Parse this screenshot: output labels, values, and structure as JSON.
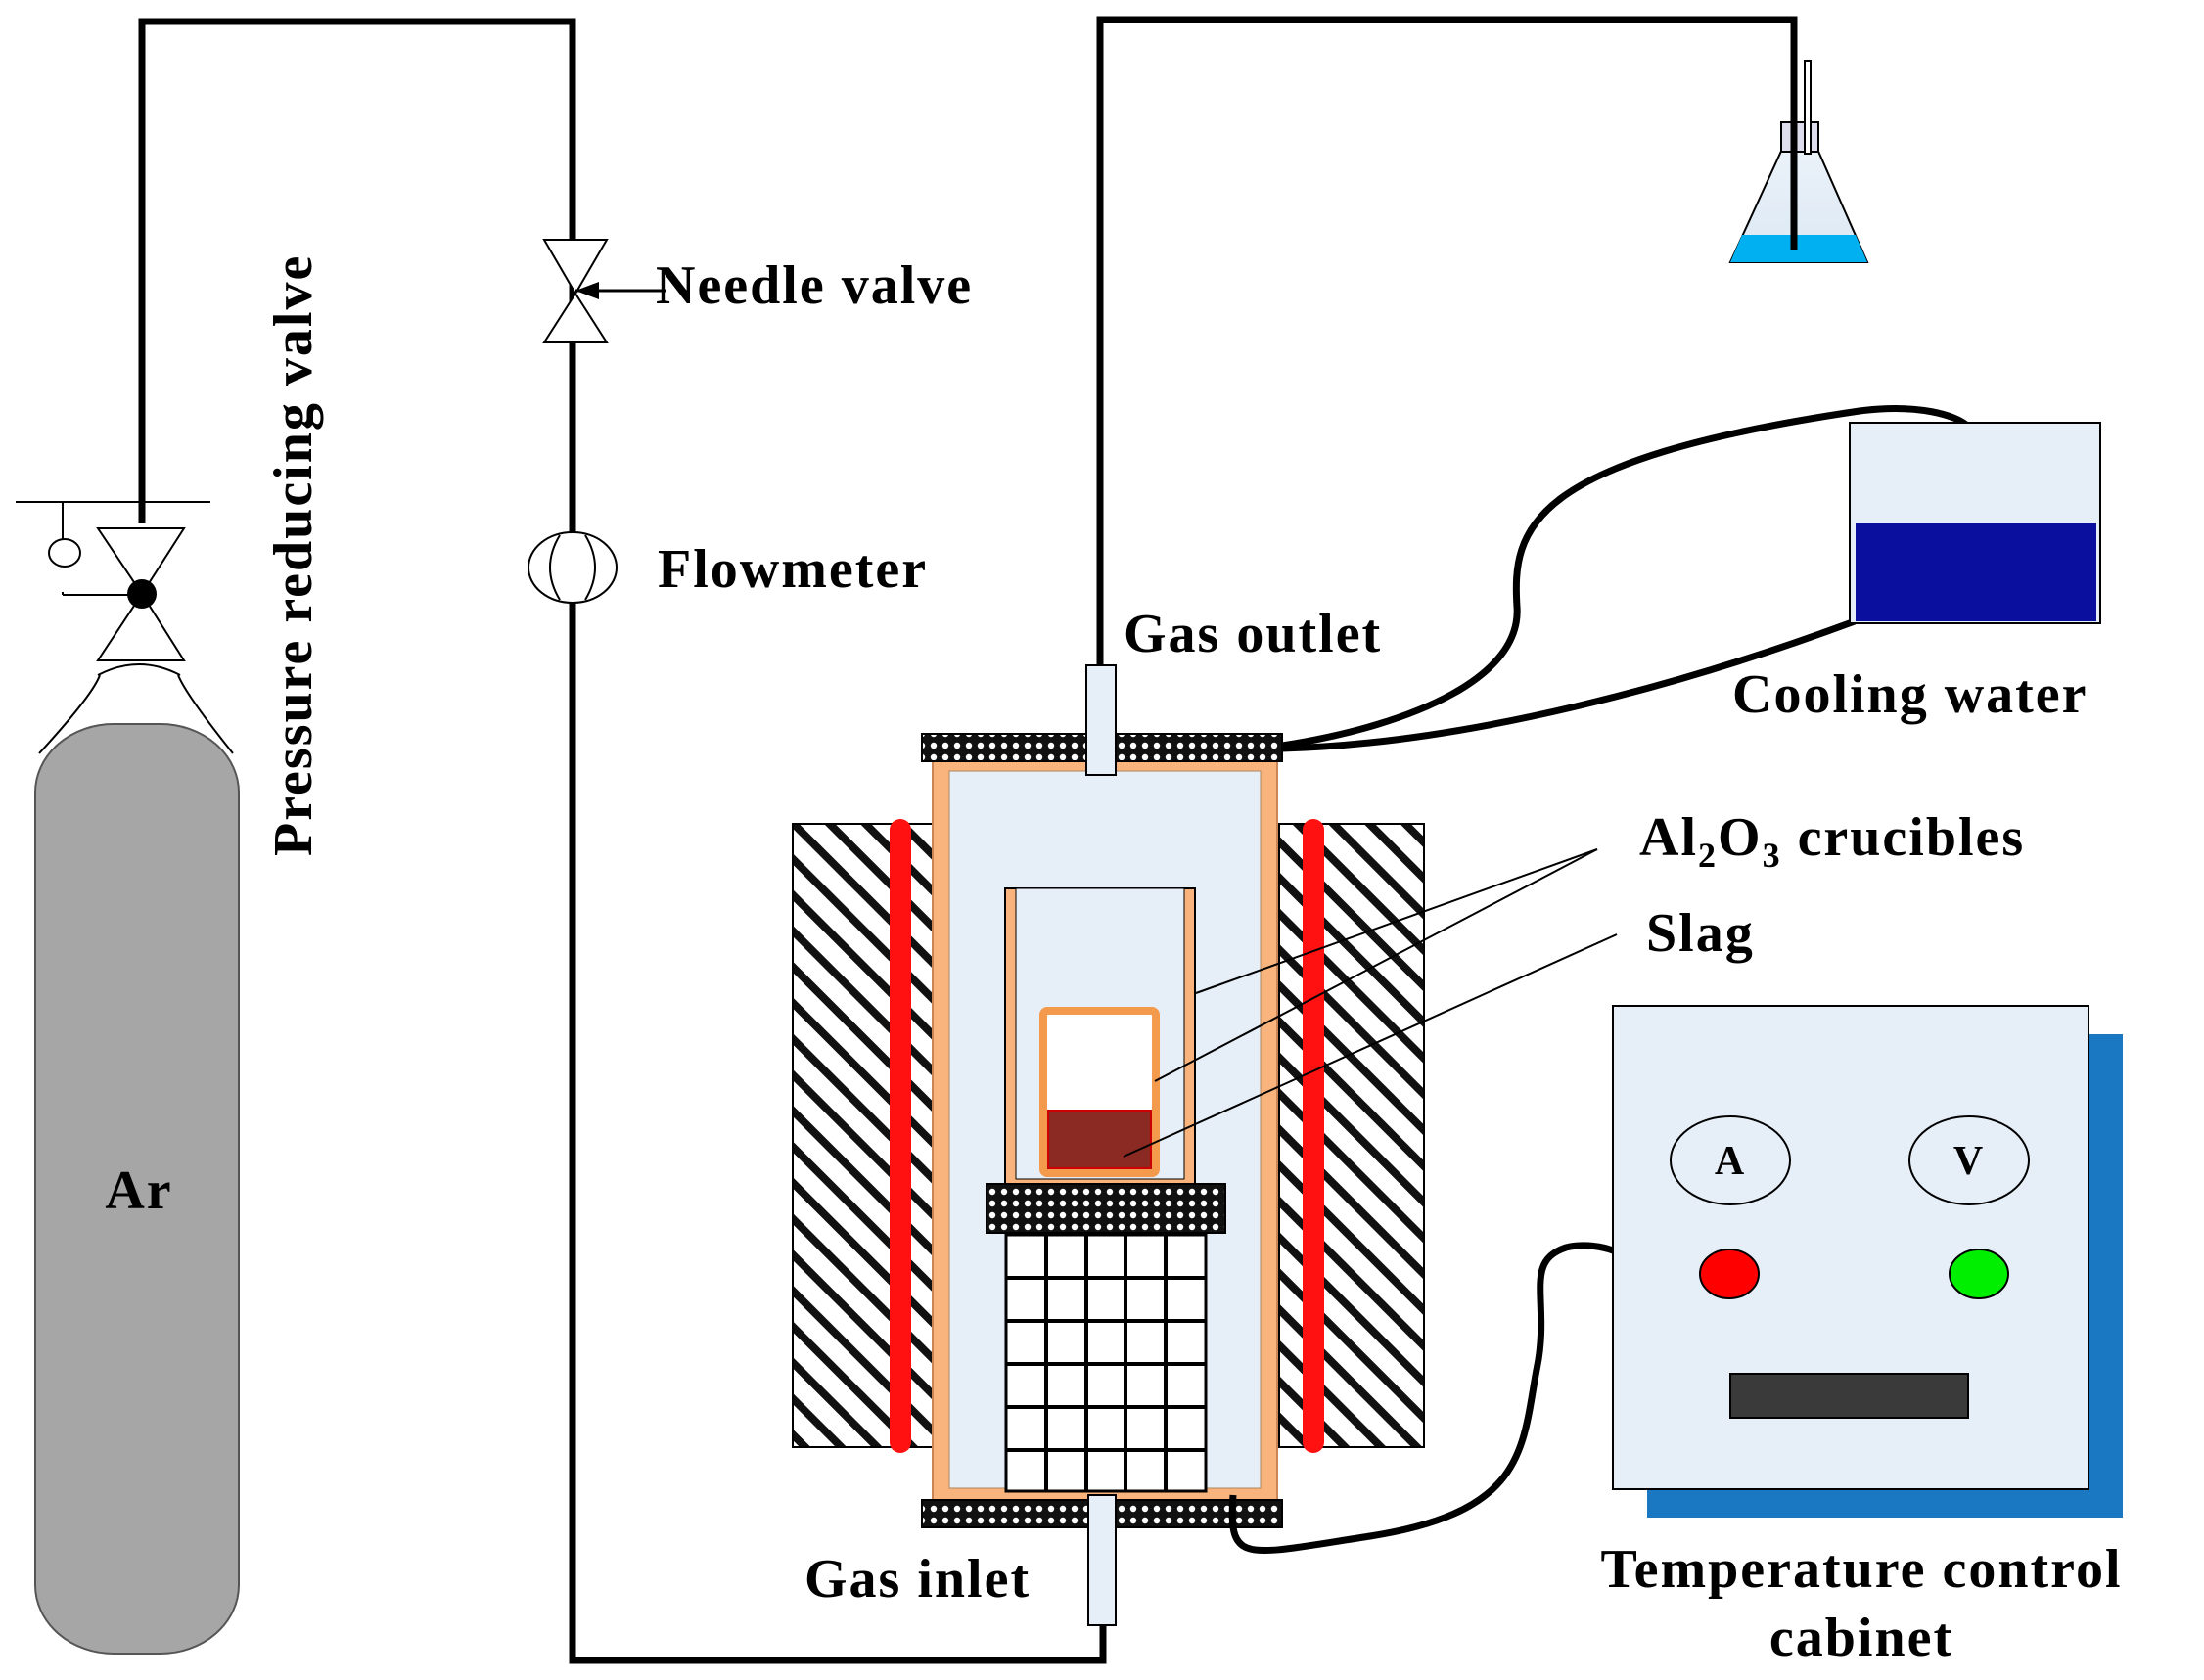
{
  "labels": {
    "cylinder_gas": "Ar",
    "pressure_valve": "Pressure reducing valve",
    "needle_valve": "Needle valve",
    "flowmeter": "Flowmeter",
    "gas_outlet": "Gas outlet",
    "gas_inlet": "Gas inlet",
    "cooling_water": "Cooling water",
    "crucibles_formula_a": "Al",
    "crucibles_sub_a": "2",
    "crucibles_formula_b": "O",
    "crucibles_sub_b": "3",
    "crucibles_rest": " crucibles",
    "slag": "Slag",
    "cabinet_line1": "Temperature control",
    "cabinet_line2": "cabinet",
    "meter_a": "A",
    "meter_v": "V"
  },
  "colors": {
    "cylinder": "#a6a6a6",
    "furnace_shell": "#f8b47c",
    "heater": "#ff1111",
    "chamber": "#e6eef7",
    "cooling_water": "#0a0f9e",
    "flask_liquid": "#00b0f0",
    "slag": "#8b2a22",
    "cabinet_shadow": "#1a78c2",
    "lamp_red": "#ff0000",
    "lamp_green": "#00ee00"
  }
}
